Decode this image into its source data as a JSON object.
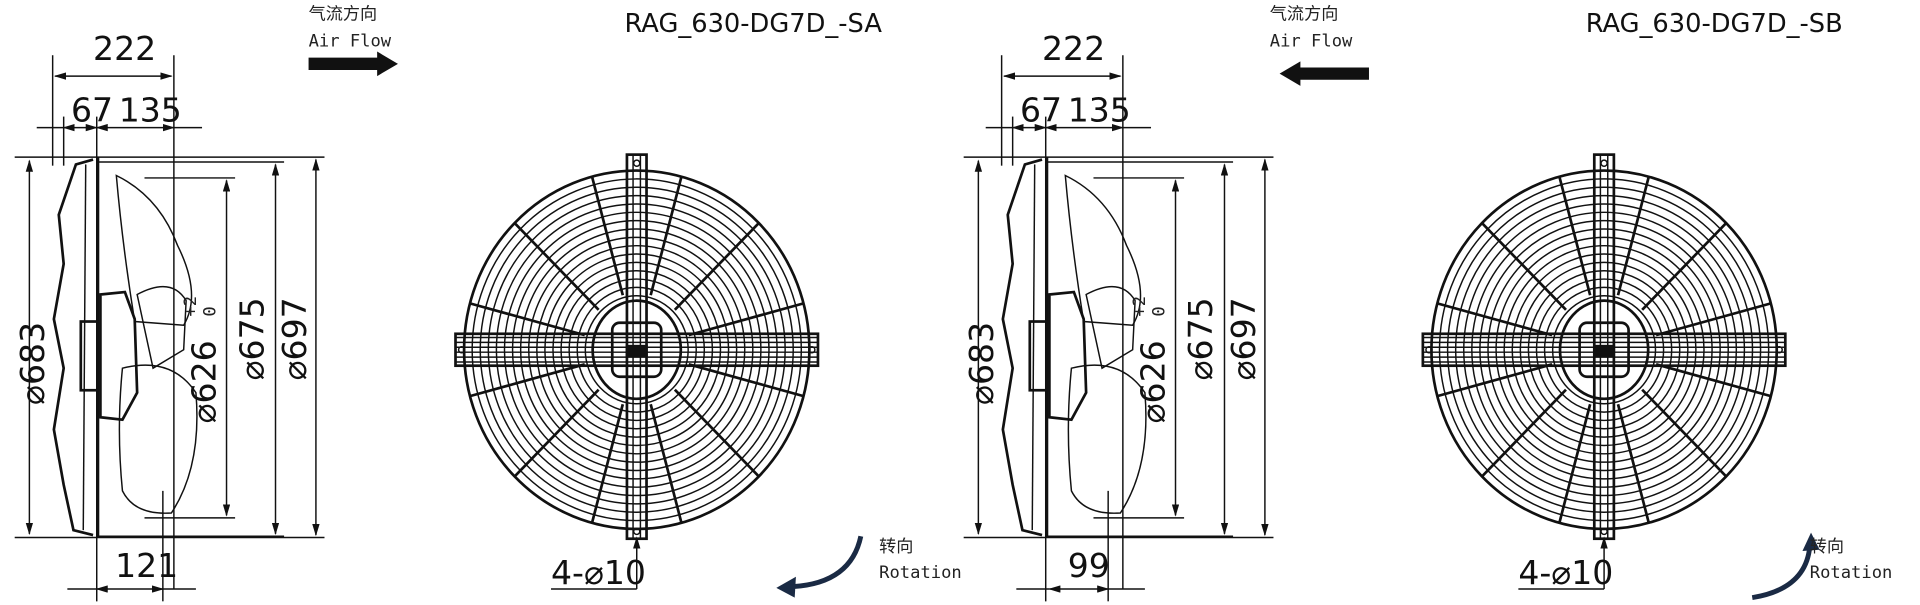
{
  "views": [
    {
      "title": "RAG_630-DG7D_-SA",
      "airflow_cn": "气流方向",
      "airflow_en": "Air Flow",
      "airflow_direction": "right",
      "rotation_cn": "转向",
      "rotation_en": "Rotation",
      "rotation_direction": "counterclockwise",
      "dims": {
        "depth": "222",
        "front": "67",
        "rear": "135",
        "bottom": "121",
        "d683": "⌀683",
        "d626": "⌀626",
        "d626_tol_upper": "+2",
        "d626_tol_lower": "0",
        "d675": "⌀675",
        "d697": "⌀697",
        "holes": "4-⌀10"
      }
    },
    {
      "title": "RAG_630-DG7D_-SB",
      "airflow_cn": "气流方向",
      "airflow_en": "Air Flow",
      "airflow_direction": "left",
      "rotation_cn": "转向",
      "rotation_en": "Rotation",
      "rotation_direction": "clockwise",
      "dims": {
        "depth": "222",
        "front": "67",
        "rear": "135",
        "bottom": "99",
        "d683": "⌀683",
        "d626": "⌀626",
        "d626_tol_upper": "+2",
        "d626_tol_lower": "0",
        "d675": "⌀675",
        "d697": "⌀697",
        "holes": "4-⌀10"
      }
    }
  ],
  "colors": {
    "line": "#111111",
    "arrow": "#1a2a44"
  }
}
